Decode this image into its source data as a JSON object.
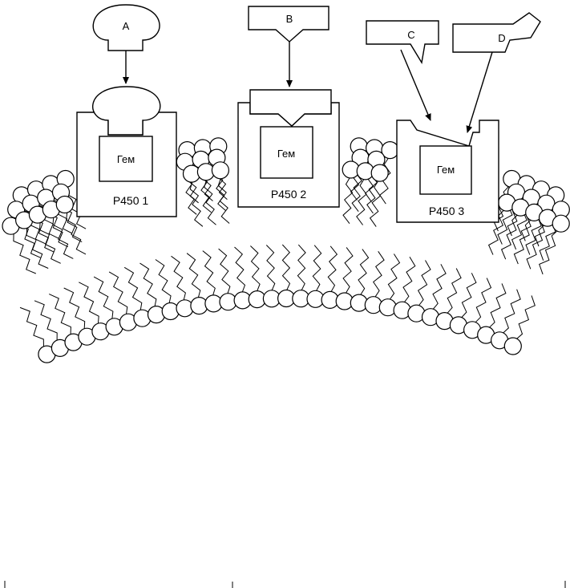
{
  "substrates": {
    "a": "A",
    "b": "B",
    "c": "C",
    "d": "D"
  },
  "enzymes": {
    "p1": {
      "name": "P450 1",
      "heme": "Гем"
    },
    "p2": {
      "name": "P450 2",
      "heme": "Гем"
    },
    "p3": {
      "name": "P450 3",
      "heme": "Гем"
    }
  }
}
